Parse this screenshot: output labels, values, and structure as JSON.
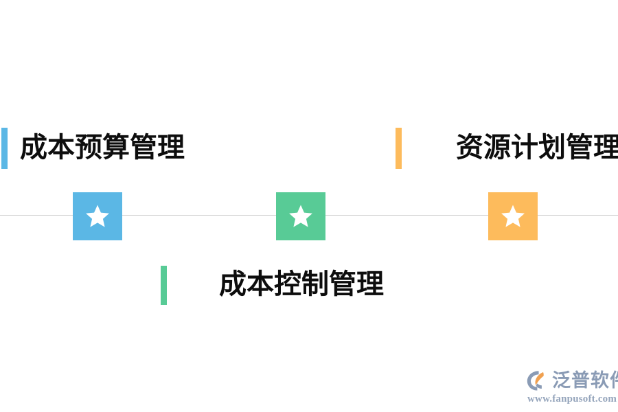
{
  "diagram": {
    "type": "milestone-timeline",
    "background_color": "#ffffff",
    "axis_color": "#cfcfcf",
    "nodes": [
      {
        "id": "node-1",
        "icon": "star-icon",
        "color": "#5bb7e5",
        "label": "成本预算管理",
        "label_position": "above"
      },
      {
        "id": "node-2",
        "icon": "star-icon",
        "color": "#58cb96",
        "label": "成本控制管理",
        "label_position": "below"
      },
      {
        "id": "node-3",
        "icon": "star-icon",
        "color": "#fdbb5c",
        "label": "资源计划管理",
        "label_position": "above"
      }
    ]
  },
  "watermark": {
    "brand_name": "泛普软件",
    "url": "www.fanpusoft.com",
    "logo_icon": "fanpu-swoosh-logo-icon",
    "mark_color": "#8a9bb5",
    "accent_color": "#f0a050"
  }
}
